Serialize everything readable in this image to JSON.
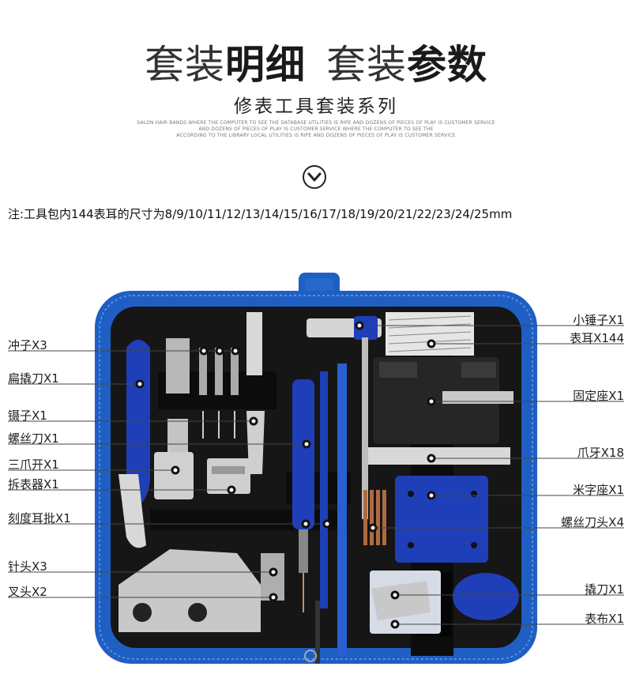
{
  "header": {
    "title_part1_light": "套装",
    "title_part1_bold": "明细",
    "title_part2_light": "套装",
    "title_part2_bold": "参数",
    "subtitle": "修表工具套装系列",
    "fine_print": [
      "SALON HAIR BANDS WHERE THE COMPUTER TO SEE THE DATABASE UTILITIES IS RIPE AND DOZENS OF PIECES OF PLAY IS CUSTOMER SERVICE",
      "AND DOZENS OF PIECES OF PLAY IS CUSTOMER SERVICE WHERE THE COMPUTER TO SEE THE",
      "ACCORDING TO THE LIBRARY LOCAL UTILITIES IS RIPE AND DOZENS OF PIECES OF PLAY IS CUSTOMER SERVICE"
    ]
  },
  "note": "注:工具包内144表耳的尺寸为8/9/10/11/12/13/14/15/16/17/18/19/20/21/22/23/24/25mm",
  "labels_left": [
    "冲子X3",
    "扁撬刀X1",
    "镊子X1",
    "螺丝刀X1",
    "三爪开X1",
    "拆表器X1",
    "刻度耳批X1",
    "针头X3",
    "叉头X2"
  ],
  "labels_right": [
    "小锤子X1",
    "表耳X144",
    "固定座X1",
    "爪牙X18",
    "米字座X1",
    "螺丝刀头X4",
    "撬刀X1",
    "表布X1"
  ],
  "colors": {
    "case_blue": "#1f5fc4",
    "lining": "#161616",
    "tool_blue": "#1f3fb8",
    "metal": "#c8c8c8"
  }
}
